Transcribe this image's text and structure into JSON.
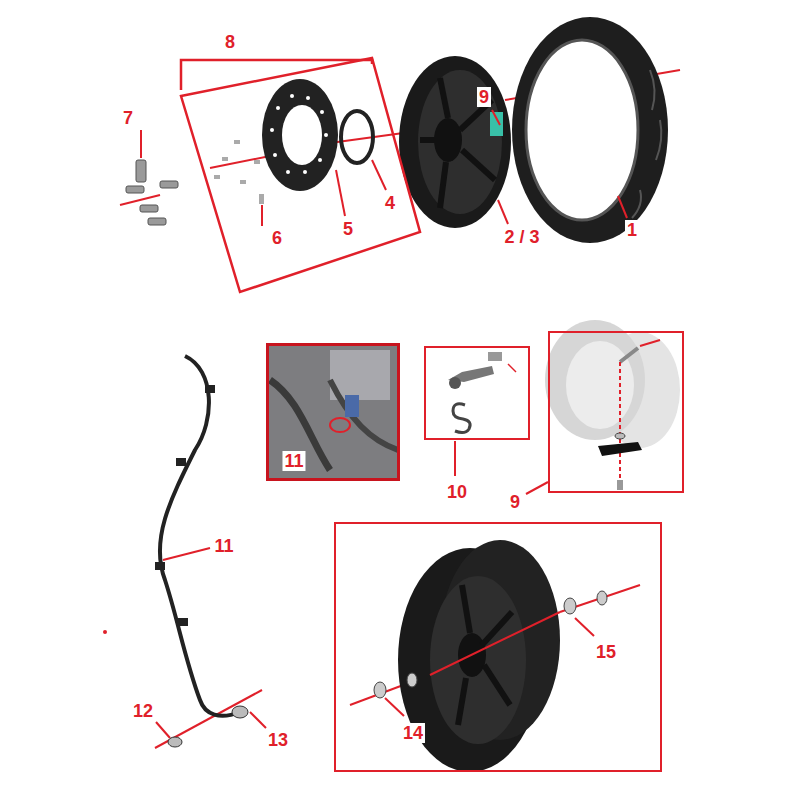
{
  "diagram": {
    "nodes": [
      {
        "text": [
          "8",
          "6",
          "5",
          "4"
        ]
      },
      {
        "text": [
          "11"
        ]
      },
      {
        "text": [
          "10"
        ]
      },
      {
        "text": [
          "9"
        ]
      },
      {
        "text": [
          "14",
          "15"
        ]
      }
    ],
    "labels": [
      "7",
      "9",
      "2 / 3",
      "1",
      "11",
      "12",
      "13"
    ]
  }
}
